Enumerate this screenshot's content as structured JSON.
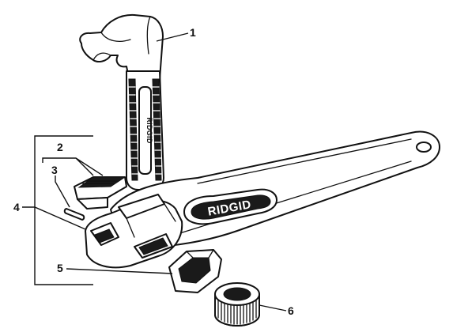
{
  "callouts": {
    "c1": "1",
    "c2": "2",
    "c3": "3",
    "c4": "4",
    "c5": "5",
    "c6": "6"
  },
  "brand": {
    "handle_logo": "RIDGID",
    "hook_jaw_logo": "RIDGID"
  },
  "colors": {
    "ink": "#111111",
    "paper": "#ffffff"
  }
}
